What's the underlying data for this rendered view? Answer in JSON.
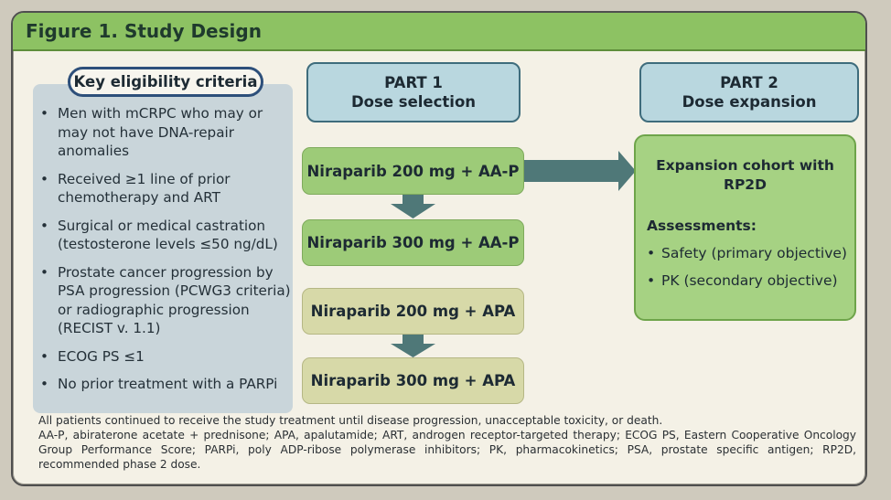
{
  "figure": {
    "title": "Figure 1. Study Design"
  },
  "eligibility": {
    "header": "Key eligibility criteria",
    "items": [
      "Men with mCRPC who may or may not have DNA-repair anomalies",
      "Received ≥1 line of prior chemotherapy and ART",
      "Surgical or medical castration (testosterone levels ≤50 ng/dL)",
      "Prostate cancer progression by PSA progression (PCWG3 criteria) or radiographic progression (RECIST v. 1.1)",
      "ECOG PS ≤1",
      "No prior treatment with a PARPi"
    ]
  },
  "part1": {
    "line1": "PART 1",
    "line2": "Dose selection"
  },
  "part2": {
    "line1": "PART 2",
    "line2": "Dose expansion"
  },
  "doses": [
    "Niraparib 200 mg + AA-P",
    "Niraparib 300 mg + AA-P",
    "Niraparib 200 mg + APA",
    "Niraparib 300 mg + APA"
  ],
  "expansion": {
    "title_line1": "Expansion cohort with",
    "title_line2": "RP2D",
    "assessments_label": "Assessments:",
    "assessments": [
      "Safety (primary objective)",
      "PK (secondary objective)"
    ]
  },
  "footnote": {
    "line1": "All patients continued to receive the study treatment until disease progression, unacceptable toxicity, or death.",
    "abbreviations": "AA-P, abiraterone acetate + prednisone; APA, apalutamide; ART, androgen receptor-targeted therapy; ECOG PS, Eastern Cooperative Oncology Group Performance Score; PARPi, poly ADP-ribose polymerase inhibitors; PK, pharmacokinetics; PSA, prostate specific antigen; RP2D, recommended phase 2 dose."
  },
  "colors": {
    "title_bar": "#8dc263",
    "eligibility_panel": "#c9d5da",
    "part_box": "#b9d7df",
    "dose_green": "#9dcb78",
    "dose_tan": "#d7d9a8",
    "arrow": "#4f7878"
  }
}
